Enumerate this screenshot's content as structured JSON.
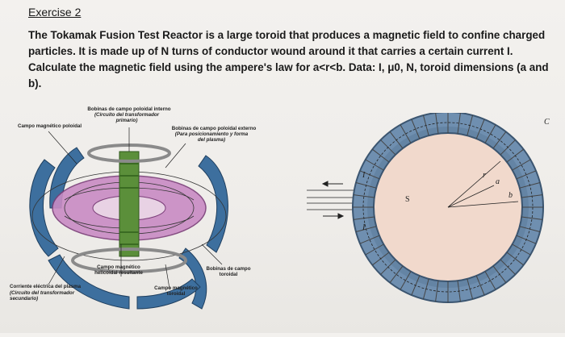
{
  "exercise": {
    "title": "Exercise 2",
    "paragraph": "The Tokamak Fusion Test Reactor is a large toroid that produces a magnetic field to confine charged particles. It is made up of N turns of conductor wound around it that carries a certain current I. Calculate the magnetic field using the ampere's law for a<r<b. Data: I, μ0, N, toroid dimensions (a and b)."
  },
  "tokamak_figure": {
    "labels": {
      "inner_poloidal_coils": "Bobinas de campo poloidal interno",
      "inner_poloidal_coils_note": "(Circuito del transformador primario)",
      "poloidal_field": "Campo magnético poloidal",
      "outer_poloidal_coils": "Bobinas de campo poloidal externo",
      "outer_poloidal_coils_note": "(Para posicionamiento y forma del plasma)",
      "resultant_field": "Campo magnético helicoidal resultante",
      "toroidal_coils": "Bobinas de campo toroidal",
      "plasma_current": "Corriente eléctrica del plasma",
      "plasma_current_note": "(Circuito del transformador secundario)",
      "toroidal_field": "Campo magnético toroidal"
    },
    "colors": {
      "coils": "#3d6f9e",
      "plasma": "#c98bc4",
      "core": "#5b8f3a"
    }
  },
  "toroid_figure": {
    "labels": {
      "C": "C",
      "r": "r",
      "a": "a",
      "b": "b",
      "S": "S",
      "I_top": "I",
      "I_bottom": "I"
    },
    "colors": {
      "ring": "#6f8fb0",
      "inner": "#f1d9cc",
      "winding": "#444444"
    }
  }
}
